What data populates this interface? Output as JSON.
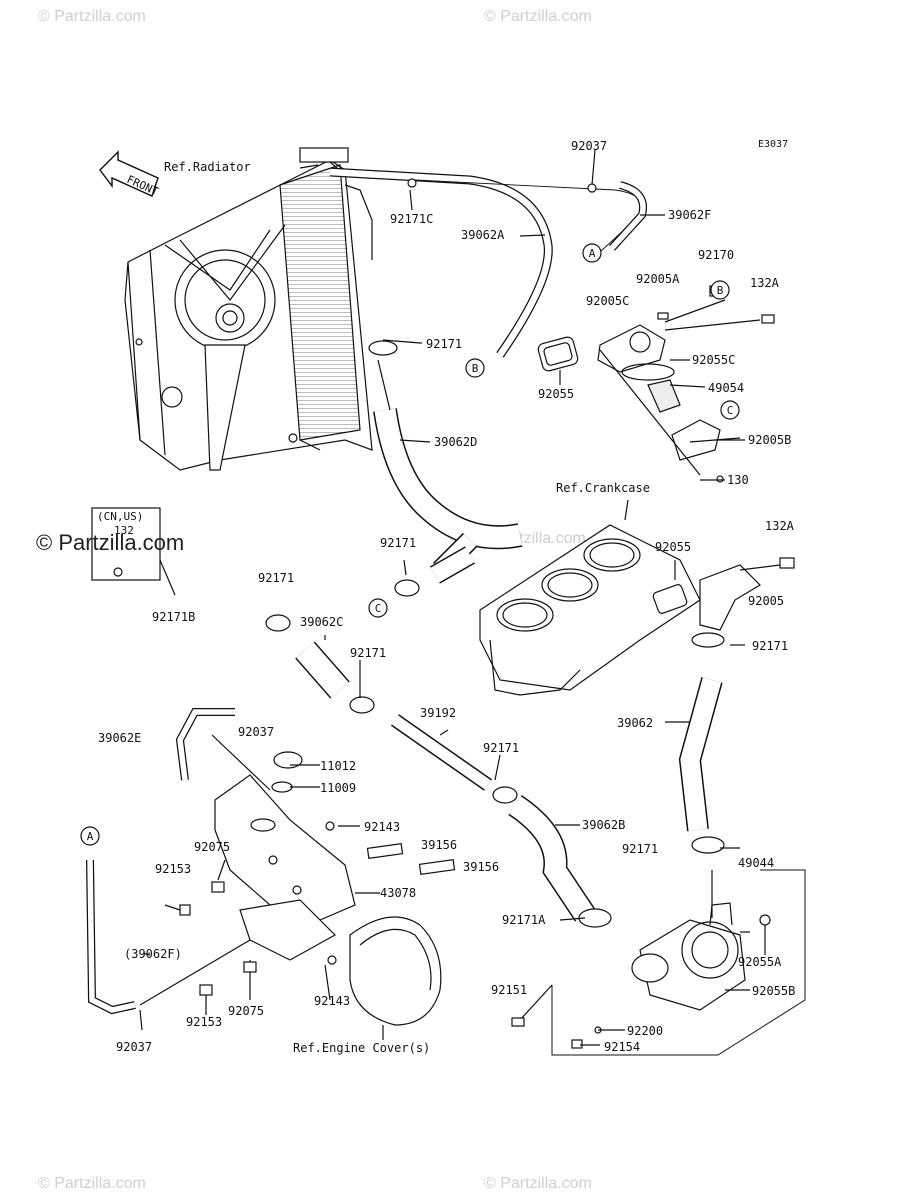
{
  "diagram_code": "E3037",
  "front_label": "FRONT",
  "watermark": "© Partzilla.com",
  "refs": {
    "radiator": "Ref.Radiator",
    "crankcase": "Ref.Crankcase",
    "engine_cover": "Ref.Engine Cover(s)",
    "note": "(CN,US)",
    "note_part": "132"
  },
  "callouts": {
    "A": "A",
    "B": "B",
    "C": "C"
  },
  "parts": [
    {
      "id": "p92037_top",
      "num": "92037"
    },
    {
      "id": "p39062F",
      "num": "39062F"
    },
    {
      "id": "p92171C",
      "num": "92171C"
    },
    {
      "id": "p39062A",
      "num": "39062A"
    },
    {
      "id": "p92170",
      "num": "92170"
    },
    {
      "id": "p92005A",
      "num": "92005A"
    },
    {
      "id": "p132A_top",
      "num": "132A"
    },
    {
      "id": "p92005C",
      "num": "92005C"
    },
    {
      "id": "p92171_1",
      "num": "92171"
    },
    {
      "id": "p92055_top",
      "num": "92055"
    },
    {
      "id": "p92055C",
      "num": "92055C"
    },
    {
      "id": "p49054",
      "num": "49054"
    },
    {
      "id": "p92005B",
      "num": "92005B"
    },
    {
      "id": "p39062D",
      "num": "39062D"
    },
    {
      "id": "p130",
      "num": "130"
    },
    {
      "id": "p92171_2",
      "num": "92171"
    },
    {
      "id": "p92055_mid",
      "num": "92055"
    },
    {
      "id": "p132A_mid",
      "num": "132A"
    },
    {
      "id": "p92005",
      "num": "92005"
    },
    {
      "id": "p92171B",
      "num": "92171B"
    },
    {
      "id": "p92171_3",
      "num": "92171"
    },
    {
      "id": "p39062C",
      "num": "39062C"
    },
    {
      "id": "p92171_4",
      "num": "92171"
    },
    {
      "id": "p92171_5",
      "num": "92171"
    },
    {
      "id": "p39062E",
      "num": "39062E"
    },
    {
      "id": "p92037_mid",
      "num": "92037"
    },
    {
      "id": "p39192",
      "num": "39192"
    },
    {
      "id": "p39062",
      "num": "39062"
    },
    {
      "id": "p11012",
      "num": "11012"
    },
    {
      "id": "p11009",
      "num": "11009"
    },
    {
      "id": "p92171_6",
      "num": "92171"
    },
    {
      "id": "p92143_1",
      "num": "92143"
    },
    {
      "id": "p39156_1",
      "num": "39156"
    },
    {
      "id": "p39062B",
      "num": "39062B"
    },
    {
      "id": "p92075_1",
      "num": "92075"
    },
    {
      "id": "p39156_2",
      "num": "39156"
    },
    {
      "id": "p92171_7",
      "num": "92171"
    },
    {
      "id": "p49044",
      "num": "49044"
    },
    {
      "id": "p92153_1",
      "num": "92153"
    },
    {
      "id": "p43078",
      "num": "43078"
    },
    {
      "id": "p92171A",
      "num": "92171A"
    },
    {
      "id": "p92055A",
      "num": "92055A"
    },
    {
      "id": "p39062F_paren",
      "num": "(39062F)"
    },
    {
      "id": "p92151",
      "num": "92151"
    },
    {
      "id": "p92055B",
      "num": "92055B"
    },
    {
      "id": "p92143_2",
      "num": "92143"
    },
    {
      "id": "p92075_2",
      "num": "92075"
    },
    {
      "id": "p92153_2",
      "num": "92153"
    },
    {
      "id": "p92200",
      "num": "92200"
    },
    {
      "id": "p92037_bot",
      "num": "92037"
    },
    {
      "id": "p92154",
      "num": "92154"
    }
  ]
}
